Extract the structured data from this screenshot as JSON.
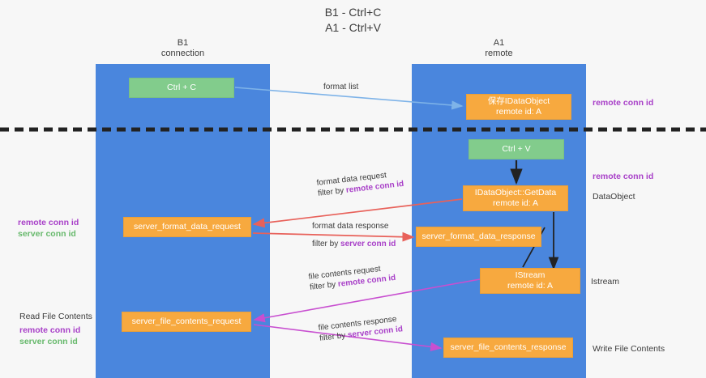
{
  "title": {
    "line1": "B1 - Ctrl+C",
    "line2": "A1 - Ctrl+V"
  },
  "lanes": [
    {
      "name": "B1",
      "role": "connection",
      "color": "#4a86dd"
    },
    {
      "name": "A1",
      "role": "remote",
      "color": "#4a86dd"
    }
  ],
  "colors": {
    "lane": "#4a86dd",
    "green_node": "#82cc8c",
    "orange_node": "#f7a93f",
    "remote_conn_id": "#a83fc8",
    "server_conn_id": "#67b96c",
    "arrow_blue": "#7eb3e8",
    "arrow_red": "#e8615a",
    "arrow_magenta": "#c84fd0",
    "arrow_black": "#222222",
    "background": "#f7f7f7"
  },
  "nodes": {
    "ctrl_c": {
      "line1": "Ctrl + C",
      "style": "green"
    },
    "ido_save": {
      "line1": "保存IDataObject",
      "line2": "remote id: A",
      "style": "orange"
    },
    "ctrl_v": {
      "line1": "Ctrl + V",
      "style": "green"
    },
    "getdata": {
      "line1": "IDataObject::GetData",
      "line2": "remote id: A",
      "style": "orange"
    },
    "server_format_data_request": {
      "line1": "server_format_data_request",
      "style": "orange"
    },
    "server_format_data_response": {
      "line1": "server_format_data_response",
      "style": "orange"
    },
    "istream": {
      "line1": "IStream",
      "line2": "remote id: A",
      "style": "orange"
    },
    "server_file_contents_request": {
      "line1": "server_file_contents_request",
      "style": "orange"
    },
    "server_file_contents_response": {
      "line1": "server_file_contents_response",
      "style": "orange"
    }
  },
  "edge_labels": {
    "format_list": "format list",
    "format_data_request": "format data request",
    "format_data_request_filter_prefix": "filter by ",
    "format_data_request_filter_key": "remote conn id",
    "format_data_response": "format data response",
    "format_data_response_filter_prefix": "filter by ",
    "format_data_response_filter_key": "server conn id",
    "file_contents_request": "file contents request",
    "file_contents_request_filter_prefix": "filter by ",
    "file_contents_request_filter_key": "remote conn id",
    "file_contents_response": "file contents response",
    "file_contents_response_filter_prefix": "filter by ",
    "file_contents_response_filter_key": "server conn id"
  },
  "side_labels": {
    "remote_conn_id_top": "remote conn id",
    "remote_conn_id_mid": "remote conn id",
    "data_object": "DataObject",
    "istream": "Istream",
    "write_file_contents": "Write File Contents",
    "read_file_contents": "Read File Contents",
    "left_remote_conn_id": "remote conn id",
    "left_server_conn_id": "server conn id",
    "left_remote_conn_id_2": "remote conn id",
    "left_server_conn_id_2": "server conn id"
  }
}
